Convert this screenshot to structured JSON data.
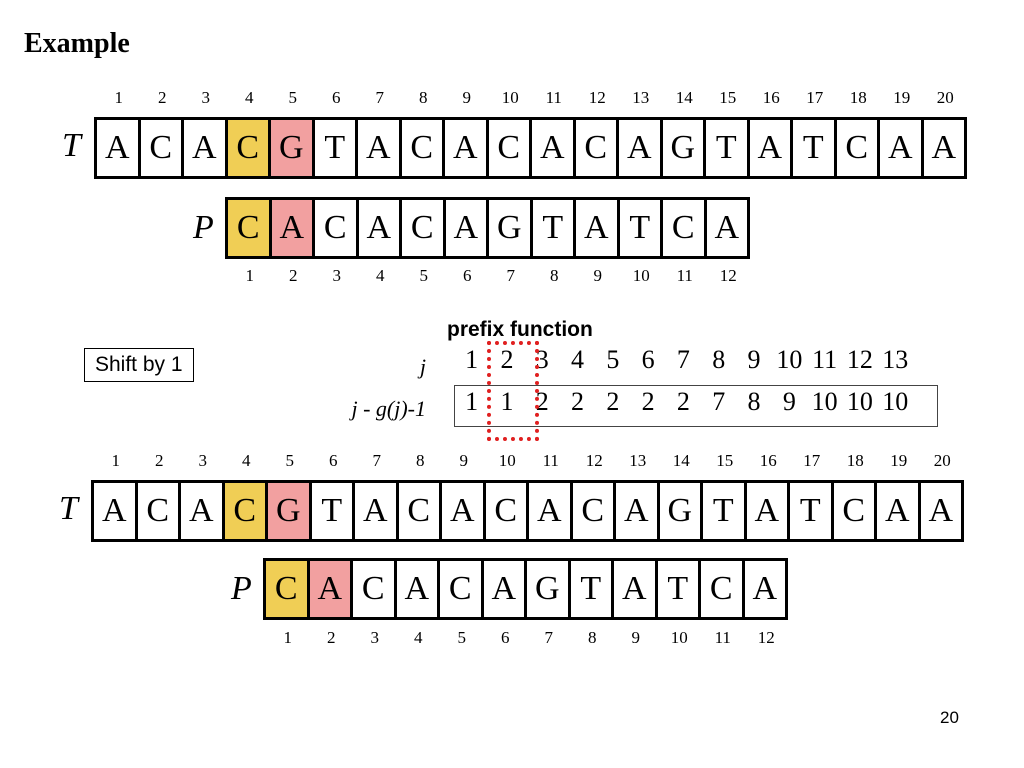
{
  "slide": {
    "title": "Example",
    "page_number": "20"
  },
  "colors": {
    "match_highlight": "#f0ce55",
    "mismatch_highlight": "#f2a0a0",
    "prefix_box_border": "#e02020"
  },
  "top": {
    "text_label": "T",
    "pattern_label": "P",
    "text_positions": [
      "1",
      "2",
      "3",
      "4",
      "5",
      "6",
      "7",
      "8",
      "9",
      "10",
      "11",
      "12",
      "13",
      "14",
      "15",
      "16",
      "17",
      "18",
      "19",
      "20"
    ],
    "text": [
      "A",
      "C",
      "A",
      "C",
      "G",
      "T",
      "A",
      "C",
      "A",
      "C",
      "A",
      "C",
      "A",
      "G",
      "T",
      "A",
      "T",
      "C",
      "A",
      "A"
    ],
    "pattern": [
      "C",
      "A",
      "C",
      "A",
      "C",
      "A",
      "G",
      "T",
      "A",
      "T",
      "C",
      "A"
    ],
    "pattern_positions": [
      "1",
      "2",
      "3",
      "4",
      "5",
      "6",
      "7",
      "8",
      "9",
      "10",
      "11",
      "12"
    ]
  },
  "prefix_function": {
    "title": "prefix function",
    "shift_label": "Shift by 1",
    "j_label": "j",
    "g_label": "j - g(j)-1",
    "j_values": [
      "1",
      "2",
      "3",
      "4",
      "5",
      "6",
      "7",
      "8",
      "9",
      "10",
      "11",
      "12",
      "13"
    ],
    "g_values": [
      "1",
      "1",
      "2",
      "2",
      "2",
      "2",
      "2",
      "7",
      "8",
      "9",
      "10",
      "10",
      "10"
    ]
  },
  "bottom": {
    "text_label": "T",
    "pattern_label": "P",
    "text_positions": [
      "1",
      "2",
      "3",
      "4",
      "5",
      "6",
      "7",
      "8",
      "9",
      "10",
      "11",
      "12",
      "13",
      "14",
      "15",
      "16",
      "17",
      "18",
      "19",
      "20"
    ],
    "text": [
      "A",
      "C",
      "A",
      "C",
      "G",
      "T",
      "A",
      "C",
      "A",
      "C",
      "A",
      "C",
      "A",
      "G",
      "T",
      "A",
      "T",
      "C",
      "A",
      "A"
    ],
    "pattern": [
      "C",
      "A",
      "C",
      "A",
      "C",
      "A",
      "G",
      "T",
      "A",
      "T",
      "C",
      "A"
    ],
    "pattern_positions": [
      "1",
      "2",
      "3",
      "4",
      "5",
      "6",
      "7",
      "8",
      "9",
      "10",
      "11",
      "12"
    ]
  }
}
